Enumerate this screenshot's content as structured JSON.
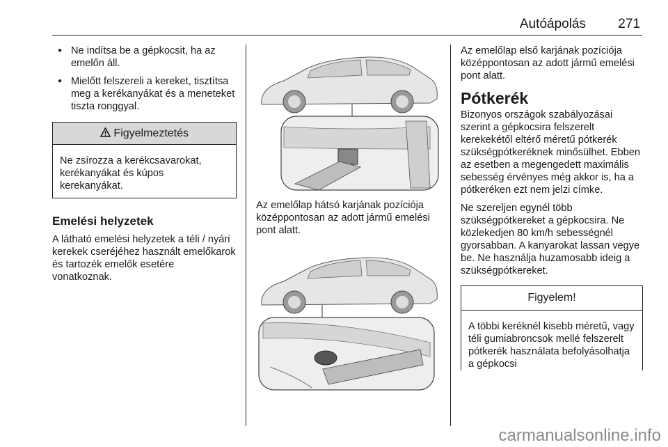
{
  "header": {
    "title": "Autóápolás",
    "page": "271"
  },
  "col1": {
    "bullets": [
      "Ne indítsa be a gépkocsit, ha az emelőn áll.",
      "Mielőtt felszereli a kereket, tisztítsa meg a kerékanyákat és a meneteket tiszta ronggyal."
    ],
    "warning": {
      "icon": "warning-triangle-icon",
      "title": "Figyelmeztetés",
      "text": "Ne zsírozza a kerékcsavarokat, kerékanyákat és kúpos kerekanyákat."
    },
    "heading": "Emelési helyzetek",
    "paragraph": "A látható emelési helyzetek a téli / nyári kerekek cseréjéhez használt emelőkarok és tartozék emelők esetére vonatkoznak."
  },
  "col2": {
    "caption": "Az emelőlap hátsó karjának pozíciója középpontosan az adott jármű emelési pont alatt."
  },
  "col3": {
    "caption": "Az emelőlap első karjának pozíciója középpontosan az adott jármű emelési pont alatt.",
    "heading": "Pótkerék",
    "paragraphs": [
      "Bizonyos országok szabályozásai szerint a gépkocsira felszerelt kerekekétől eltérő méretű pótkerék szükségpótkeréknek minősülhet. Ebben az esetben a megengedett maximális sebesség érvényes még akkor is, ha a pótkeréken ezt nem jelzi címke.",
      "Ne szereljen egynél több szükségpótkereket a gépkocsira. Ne közlekedjen 80 km/h sebességnél gyorsabban. A kanyarokat lassan vegye be. Ne használja huzamosabb ideig a szükségpótkereket."
    ],
    "notice": {
      "title": "Figyelem!",
      "text": "A többi keréknél kisebb méretű, vagy téli gumiabroncsok mellé felszerelt pótkerék használata befolyásolhatja a gépkocsi"
    }
  },
  "watermark": "carmanualsonline.info"
}
